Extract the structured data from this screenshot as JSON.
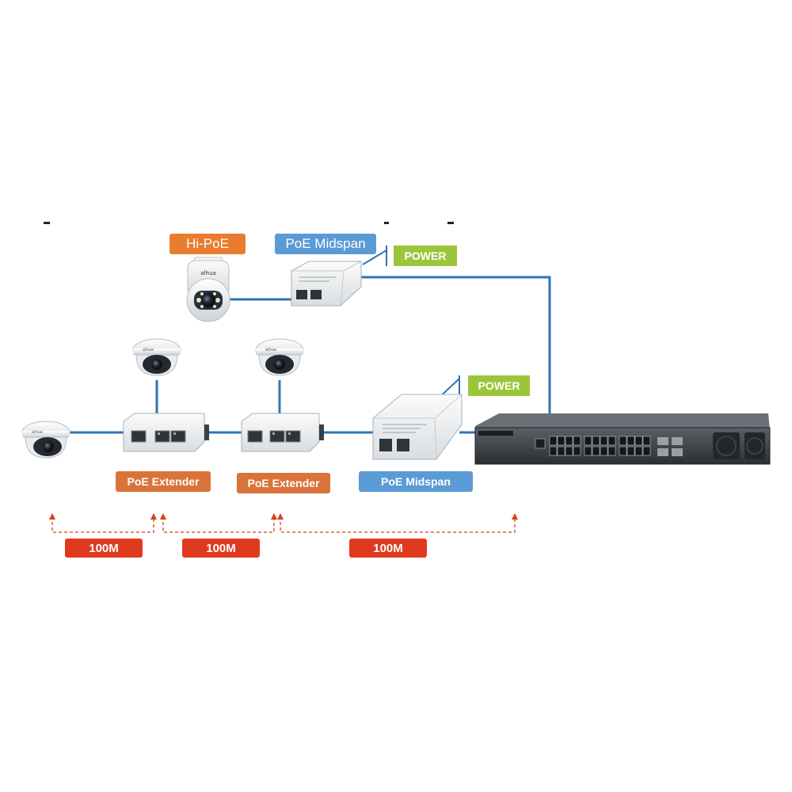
{
  "labels": {
    "hi_poe": "Hi-PoE",
    "midspan_top": "PoE Midspan",
    "power_top": "POWER",
    "power_mid": "POWER",
    "extender_1": "PoE Extender",
    "extender_2": "PoE Extender",
    "midspan_bottom": "PoE Midspan",
    "distance_1": "100M",
    "distance_2": "100M",
    "distance_3": "100M"
  },
  "colors": {
    "cable": "#2e75b6",
    "orange_tag": "#e87d2f",
    "blue_tag": "#5b9bd5",
    "power_tag": "#9bc63b",
    "distance_tag": "#e03a1e",
    "distance_line": "#e03a1e"
  },
  "icons": [
    "ptz-camera-icon",
    "dome-camera-icon",
    "poe-extender-icon",
    "poe-midspan-icon",
    "poe-switch-icon"
  ]
}
